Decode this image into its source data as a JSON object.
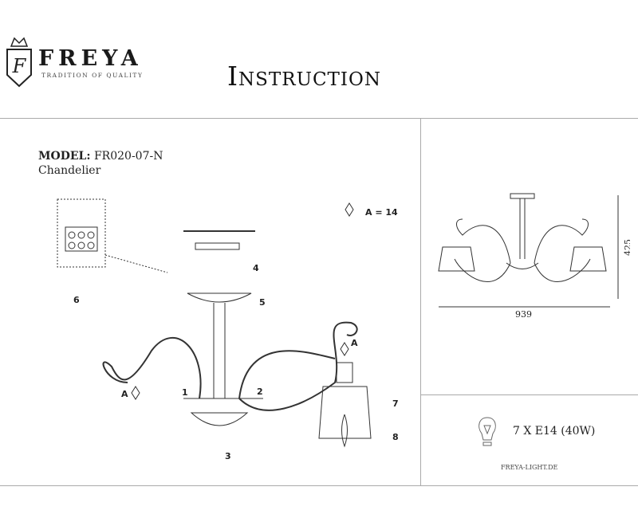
{
  "header": {
    "brand": "FREYA",
    "tagline": "TRADITION OF QUALITY",
    "title": "Instruction"
  },
  "product": {
    "model_label": "MODEL:",
    "model": "FR020-07-N",
    "type": "Chandelier"
  },
  "diagram": {
    "legend": "A = 14",
    "callouts": [
      "1",
      "2",
      "3",
      "4",
      "5",
      "6",
      "7",
      "8"
    ],
    "crystal_label": "A"
  },
  "dimensions": {
    "width": "939",
    "height": "425"
  },
  "bulbs": {
    "spec": "7 X E14 (40W)",
    "icon": "light-bulb-icon"
  },
  "footer": {
    "site": "FREYA-LIGHT.DE"
  }
}
